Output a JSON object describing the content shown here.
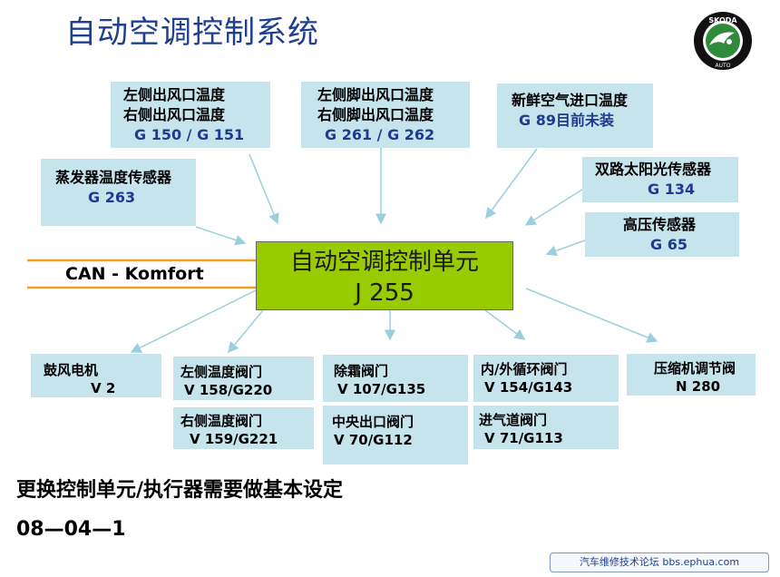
{
  "title": "自动空调控制系统",
  "logo": {
    "brand": "SKODA",
    "sub": "AUTO"
  },
  "center_unit": {
    "line1": "自动空调控制单元",
    "line2": "J 255"
  },
  "can_label": "CAN - Komfort",
  "sensors": [
    {
      "lines": [
        "左侧出风口温度",
        "右侧出风口温度"
      ],
      "code": "G 150 / G 151"
    },
    {
      "lines": [
        "左侧脚出风口温度",
        "右侧脚出风口温度"
      ],
      "code": "G 261 / G 262"
    },
    {
      "lines": [
        "新鲜空气进口温度"
      ],
      "code": "G 89目前未装"
    },
    {
      "lines": [
        "蒸发器温度传感器"
      ],
      "code": "G 263"
    },
    {
      "lines": [
        "双路太阳光传感器"
      ],
      "code": "G 134"
    },
    {
      "lines": [
        "高压传感器"
      ],
      "code": "G 65"
    }
  ],
  "actuators": [
    {
      "name": "鼓风电机",
      "code": "V 2"
    },
    {
      "name": "左侧温度阀门",
      "code": "V 158/G220"
    },
    {
      "name": "右侧温度阀门",
      "code": "V 159/G221"
    },
    {
      "name": "除霜阀门",
      "code": "V 107/G135"
    },
    {
      "name": "中央出口阀门",
      "code": "V 70/G112"
    },
    {
      "name": "内/外循环阀门",
      "code": "V 154/G143"
    },
    {
      "name": "进气道阀门",
      "code": "V 71/G113"
    },
    {
      "name": "压缩机调节阀",
      "code": "N 280"
    }
  ],
  "notes": {
    "line1": "更换控制单元/执行器需要做基本设定",
    "line2": "08—04—1"
  },
  "watermark": "汽车维修技术论坛 bbs.ephua.com",
  "colors": {
    "title": "#1f3f8f",
    "box": "#c6e4ec",
    "center": "#99cc00",
    "can_line": "#f0a020",
    "arrow": "#9ccfdd"
  }
}
